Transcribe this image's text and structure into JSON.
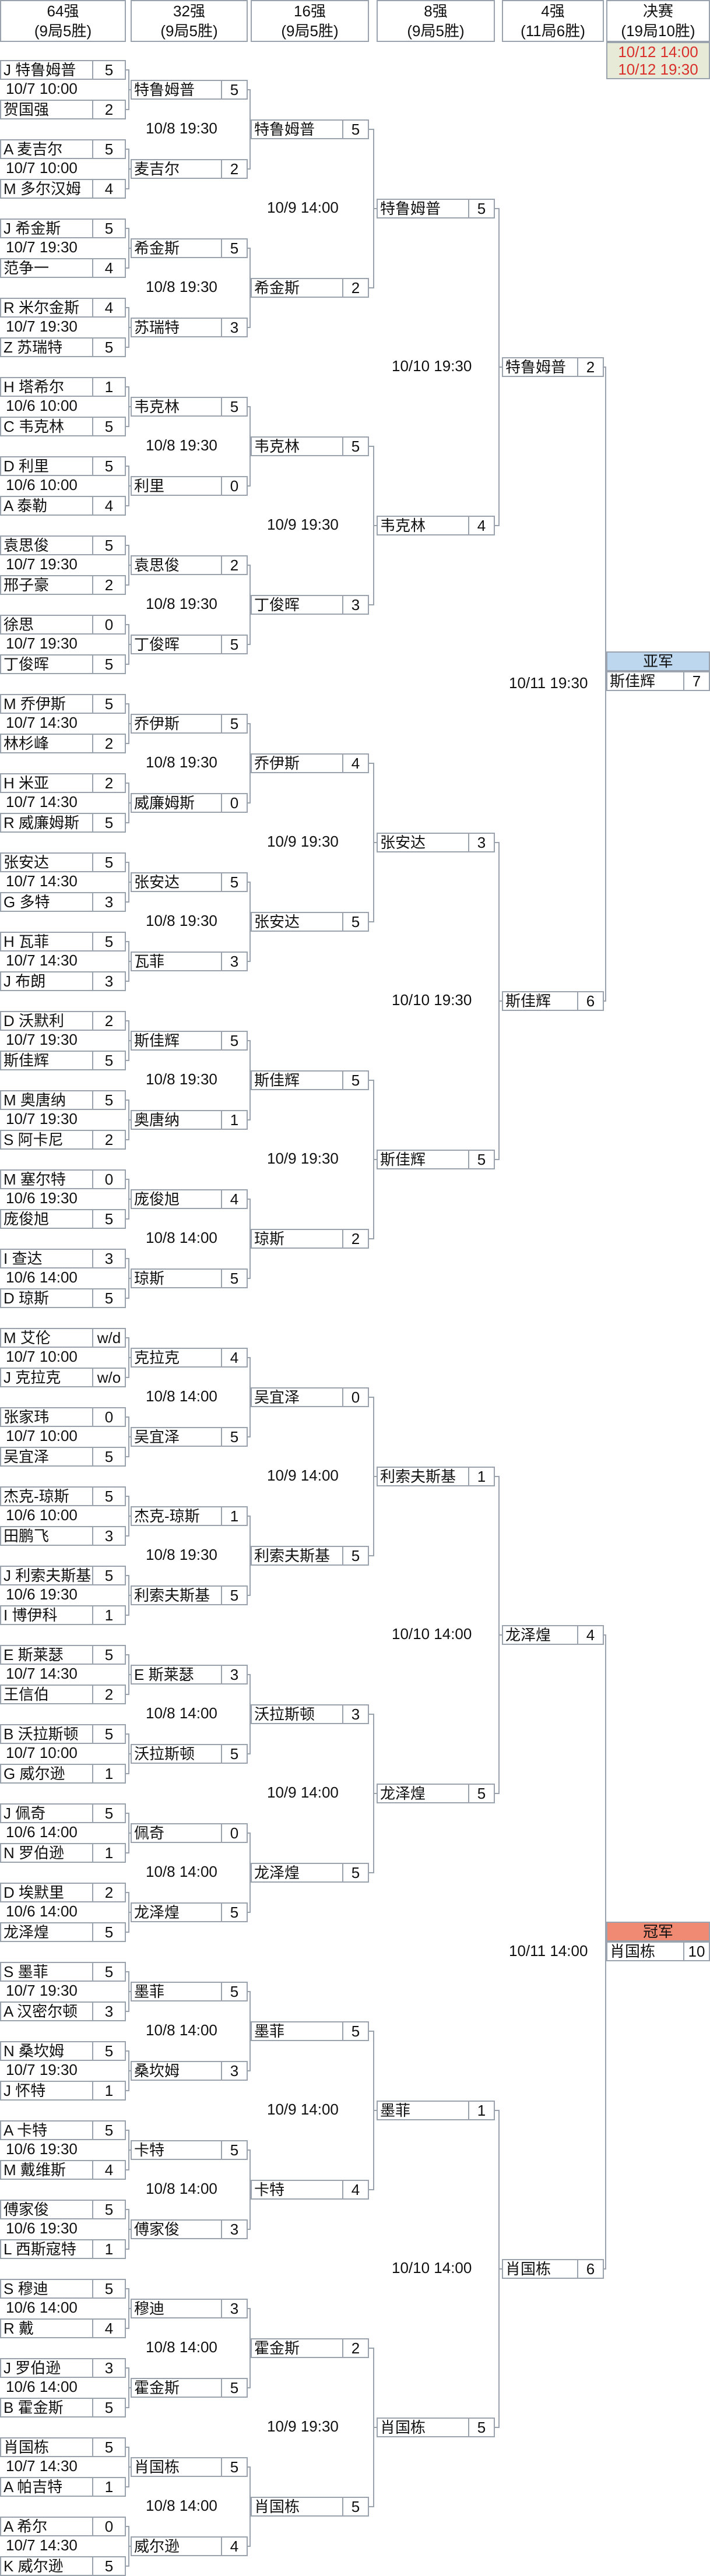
{
  "headers": [
    {
      "round": "64强",
      "info": "(9局5胜)"
    },
    {
      "round": "32强",
      "info": "(9局5胜)"
    },
    {
      "round": "16强",
      "info": "(9局5胜)"
    },
    {
      "round": "8强",
      "info": "(9局5胜)"
    },
    {
      "round": "4强",
      "info": "(11局6胜)"
    },
    {
      "round": "决赛",
      "info": "(19局10胜)"
    }
  ],
  "final_times": [
    "10/12 14:00",
    "10/12 19:30"
  ],
  "colors": {
    "line": "#9aa3ad",
    "runner_up_bg": "#bcd7ee",
    "champion_bg": "#f08a72",
    "final_time_bg": "#e6ead6",
    "final_time_text": "#d9302c"
  },
  "r64": [
    {
      "time": "10/7 10:00",
      "p1": {
        "name": "J 特鲁姆普",
        "score": "5"
      },
      "p2": {
        "name": "贺国强",
        "score": "2"
      }
    },
    {
      "time": "10/7 10:00",
      "p1": {
        "name": "A 麦吉尔",
        "score": "5"
      },
      "p2": {
        "name": "M 多尔汉姆",
        "score": "4"
      }
    },
    {
      "time": "10/7 19:30",
      "p1": {
        "name": "J 希金斯",
        "score": "5"
      },
      "p2": {
        "name": "范争一",
        "score": "4"
      }
    },
    {
      "time": "10/7 19:30",
      "p1": {
        "name": "R 米尔金斯",
        "score": "4"
      },
      "p2": {
        "name": "Z 苏瑞特",
        "score": "5"
      }
    },
    {
      "time": "10/6 10:00",
      "p1": {
        "name": "H 塔希尔",
        "score": "1"
      },
      "p2": {
        "name": "C 韦克林",
        "score": "5"
      }
    },
    {
      "time": "10/6 10:00",
      "p1": {
        "name": "D 利里",
        "score": "5"
      },
      "p2": {
        "name": "A 泰勒",
        "score": "4"
      }
    },
    {
      "time": "10/7 19:30",
      "p1": {
        "name": "袁思俊",
        "score": "5"
      },
      "p2": {
        "name": "邢子豪",
        "score": "2"
      }
    },
    {
      "time": "10/7 19:30",
      "p1": {
        "name": "徐思",
        "score": "0"
      },
      "p2": {
        "name": "丁俊晖",
        "score": "5"
      }
    },
    {
      "time": "10/7 14:30",
      "p1": {
        "name": "M 乔伊斯",
        "score": "5"
      },
      "p2": {
        "name": "林杉峰",
        "score": "2"
      }
    },
    {
      "time": "10/7 14:30",
      "p1": {
        "name": "H 米亚",
        "score": "2"
      },
      "p2": {
        "name": "R 威廉姆斯",
        "score": "5"
      }
    },
    {
      "time": "10/7 14:30",
      "p1": {
        "name": "张安达",
        "score": "5"
      },
      "p2": {
        "name": "G 多特",
        "score": "3"
      }
    },
    {
      "time": "10/7 14:30",
      "p1": {
        "name": "H 瓦菲",
        "score": "5"
      },
      "p2": {
        "name": "J 布朗",
        "score": "3"
      }
    },
    {
      "time": "10/7 19:30",
      "p1": {
        "name": "D 沃默利",
        "score": "2"
      },
      "p2": {
        "name": "斯佳辉",
        "score": "5"
      }
    },
    {
      "time": "10/7 19:30",
      "p1": {
        "name": "M 奥唐纳",
        "score": "5"
      },
      "p2": {
        "name": "S 阿卡尼",
        "score": "2"
      }
    },
    {
      "time": "10/6 19:30",
      "p1": {
        "name": "M 塞尔特",
        "score": "0"
      },
      "p2": {
        "name": "庞俊旭",
        "score": "5"
      }
    },
    {
      "time": "10/6 14:00",
      "p1": {
        "name": "I 查达",
        "score": "3"
      },
      "p2": {
        "name": "D 琼斯",
        "score": "5"
      }
    },
    {
      "time": "10/7 10:00",
      "p1": {
        "name": "M 艾伦",
        "score": "w/d"
      },
      "p2": {
        "name": "J 克拉克",
        "score": "w/o"
      }
    },
    {
      "time": "10/7 10:00",
      "p1": {
        "name": "张家玮",
        "score": "0"
      },
      "p2": {
        "name": "吴宜泽",
        "score": "5"
      }
    },
    {
      "time": "10/6 10:00",
      "p1": {
        "name": "杰克-琼斯",
        "score": "5"
      },
      "p2": {
        "name": "田鹏飞",
        "score": "3"
      }
    },
    {
      "time": "10/6 19:30",
      "p1": {
        "name": "J 利索夫斯基",
        "score": "5"
      },
      "p2": {
        "name": "I 博伊科",
        "score": "1"
      }
    },
    {
      "time": "10/7 14:30",
      "p1": {
        "name": "E 斯莱瑟",
        "score": "5"
      },
      "p2": {
        "name": "王信伯",
        "score": "2"
      }
    },
    {
      "time": "10/7 10:00",
      "p1": {
        "name": "B 沃拉斯顿",
        "score": "5"
      },
      "p2": {
        "name": "G 威尔逊",
        "score": "1"
      }
    },
    {
      "time": "10/6 14:00",
      "p1": {
        "name": "J 佩奇",
        "score": "5"
      },
      "p2": {
        "name": "N 罗伯逊",
        "score": "1"
      }
    },
    {
      "time": "10/6 14:00",
      "p1": {
        "name": "D 埃默里",
        "score": "2"
      },
      "p2": {
        "name": "龙泽煌",
        "score": "5"
      }
    },
    {
      "time": "10/7 19:30",
      "p1": {
        "name": "S 墨菲",
        "score": "5"
      },
      "p2": {
        "name": "A 汉密尔顿",
        "score": "3"
      }
    },
    {
      "time": "10/7 19:30",
      "p1": {
        "name": "N 桑坎姆",
        "score": "5"
      },
      "p2": {
        "name": "J 怀特",
        "score": "1"
      }
    },
    {
      "time": "10/6 19:30",
      "p1": {
        "name": "A 卡特",
        "score": "5"
      },
      "p2": {
        "name": "M 戴维斯",
        "score": "4"
      }
    },
    {
      "time": "10/6 19:30",
      "p1": {
        "name": "傅家俊",
        "score": "5"
      },
      "p2": {
        "name": "L 西斯寇特",
        "score": "1"
      }
    },
    {
      "time": "10/6 14:00",
      "p1": {
        "name": "S 穆迪",
        "score": "5"
      },
      "p2": {
        "name": "R 戴",
        "score": "4"
      }
    },
    {
      "time": "10/6 14:00",
      "p1": {
        "name": "J 罗伯逊",
        "score": "3"
      },
      "p2": {
        "name": "B 霍金斯",
        "score": "5"
      }
    },
    {
      "time": "10/7 14:30",
      "p1": {
        "name": "肖国栋",
        "score": "5"
      },
      "p2": {
        "name": "A 帕吉特",
        "score": "1"
      }
    },
    {
      "time": "10/7 14:30",
      "p1": {
        "name": "A 希尔",
        "score": "0"
      },
      "p2": {
        "name": "K 威尔逊",
        "score": "5"
      }
    }
  ],
  "r32": [
    {
      "time": "10/8 19:30",
      "p1": {
        "name": "特鲁姆普",
        "score": "5"
      },
      "p2": {
        "name": "麦吉尔",
        "score": "2"
      }
    },
    {
      "time": "10/8 19:30",
      "p1": {
        "name": "希金斯",
        "score": "5"
      },
      "p2": {
        "name": "苏瑞特",
        "score": "3"
      }
    },
    {
      "time": "10/8 19:30",
      "p1": {
        "name": "韦克林",
        "score": "5"
      },
      "p2": {
        "name": "利里",
        "score": "0"
      }
    },
    {
      "time": "10/8 19:30",
      "p1": {
        "name": "袁思俊",
        "score": "2"
      },
      "p2": {
        "name": "丁俊晖",
        "score": "5"
      }
    },
    {
      "time": "10/8 19:30",
      "p1": {
        "name": "乔伊斯",
        "score": "5"
      },
      "p2": {
        "name": "威廉姆斯",
        "score": "0"
      }
    },
    {
      "time": "10/8 19:30",
      "p1": {
        "name": "张安达",
        "score": "5"
      },
      "p2": {
        "name": "瓦菲",
        "score": "3"
      }
    },
    {
      "time": "10/8 19:30",
      "p1": {
        "name": "斯佳辉",
        "score": "5"
      },
      "p2": {
        "name": "奥唐纳",
        "score": "1"
      }
    },
    {
      "time": "10/8 14:00",
      "p1": {
        "name": "庞俊旭",
        "score": "4"
      },
      "p2": {
        "name": "琼斯",
        "score": "5"
      }
    },
    {
      "time": "10/8 14:00",
      "p1": {
        "name": "克拉克",
        "score": "4"
      },
      "p2": {
        "name": "吴宜泽",
        "score": "5"
      }
    },
    {
      "time": "10/8 19:30",
      "p1": {
        "name": "杰克-琼斯",
        "score": "1"
      },
      "p2": {
        "name": "利索夫斯基",
        "score": "5"
      }
    },
    {
      "time": "10/8 14:00",
      "p1": {
        "name": "E 斯莱瑟",
        "score": "3"
      },
      "p2": {
        "name": "沃拉斯顿",
        "score": "5"
      }
    },
    {
      "time": "10/8 14:00",
      "p1": {
        "name": "佩奇",
        "score": "0"
      },
      "p2": {
        "name": "龙泽煌",
        "score": "5"
      }
    },
    {
      "time": "10/8 14:00",
      "p1": {
        "name": "墨菲",
        "score": "5"
      },
      "p2": {
        "name": "桑坎姆",
        "score": "3"
      }
    },
    {
      "time": "10/8 14:00",
      "p1": {
        "name": "卡特",
        "score": "5"
      },
      "p2": {
        "name": "傅家俊",
        "score": "3"
      }
    },
    {
      "time": "10/8 14:00",
      "p1": {
        "name": "穆迪",
        "score": "3"
      },
      "p2": {
        "name": "霍金斯",
        "score": "5"
      }
    },
    {
      "time": "10/8 14:00",
      "p1": {
        "name": "肖国栋",
        "score": "5"
      },
      "p2": {
        "name": "威尔逊",
        "score": "4"
      }
    }
  ],
  "r16": [
    {
      "time": "10/9 14:00",
      "p1": {
        "name": "特鲁姆普",
        "score": "5"
      },
      "p2": {
        "name": "希金斯",
        "score": "2"
      }
    },
    {
      "time": "10/9 19:30",
      "p1": {
        "name": "韦克林",
        "score": "5"
      },
      "p2": {
        "name": "丁俊晖",
        "score": "3"
      }
    },
    {
      "time": "10/9 19:30",
      "p1": {
        "name": "乔伊斯",
        "score": "4"
      },
      "p2": {
        "name": "张安达",
        "score": "5"
      }
    },
    {
      "time": "10/9 19:30",
      "p1": {
        "name": "斯佳辉",
        "score": "5"
      },
      "p2": {
        "name": "琼斯",
        "score": "2"
      }
    },
    {
      "time": "10/9 14:00",
      "p1": {
        "name": "吴宜泽",
        "score": "0"
      },
      "p2": {
        "name": "利索夫斯基",
        "score": "5"
      }
    },
    {
      "time": "10/9 14:00",
      "p1": {
        "name": "沃拉斯顿",
        "score": "3"
      },
      "p2": {
        "name": "龙泽煌",
        "score": "5"
      }
    },
    {
      "time": "10/9 14:00",
      "p1": {
        "name": "墨菲",
        "score": "5"
      },
      "p2": {
        "name": "卡特",
        "score": "4"
      }
    },
    {
      "time": "10/9 19:30",
      "p1": {
        "name": "霍金斯",
        "score": "2"
      },
      "p2": {
        "name": "肖国栋",
        "score": "5"
      }
    }
  ],
  "r8": [
    {
      "time": "10/10 19:30",
      "p1": {
        "name": "特鲁姆普",
        "score": "5"
      },
      "p2": {
        "name": "韦克林",
        "score": "4"
      }
    },
    {
      "time": "10/10 19:30",
      "p1": {
        "name": "张安达",
        "score": "3"
      },
      "p2": {
        "name": "斯佳辉",
        "score": "5"
      }
    },
    {
      "time": "10/10 14:00",
      "p1": {
        "name": "利索夫斯基",
        "score": "1"
      },
      "p2": {
        "name": "龙泽煌",
        "score": "5"
      }
    },
    {
      "time": "10/10 14:00",
      "p1": {
        "name": "墨菲",
        "score": "1"
      },
      "p2": {
        "name": "肖国栋",
        "score": "5"
      }
    }
  ],
  "r4": [
    {
      "time": "10/11 19:30",
      "p1": {
        "name": "特鲁姆普",
        "score": "2"
      },
      "p2": {
        "name": "斯佳辉",
        "score": "6"
      }
    },
    {
      "time": "10/11 14:00",
      "p1": {
        "name": "龙泽煌",
        "score": "4"
      },
      "p2": {
        "name": "肖国栋",
        "score": "6"
      }
    }
  ],
  "runner_up": {
    "label": "亚军",
    "name": "斯佳辉",
    "score": "7"
  },
  "champion": {
    "label": "冠军",
    "name": "肖国栋",
    "score": "10"
  }
}
